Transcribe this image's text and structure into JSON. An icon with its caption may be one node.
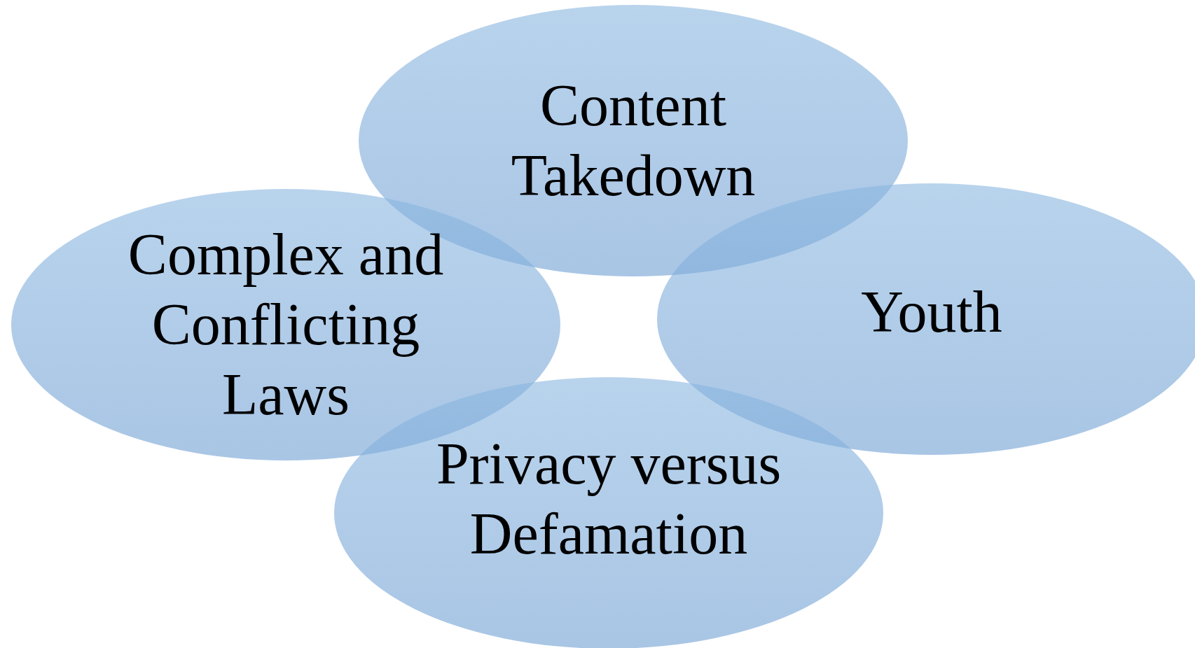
{
  "diagram": {
    "nodes": [
      {
        "text": [
          "Content Takedown"
        ]
      },
      {
        "text": [
          "Complex and Conflicting Laws"
        ]
      },
      {
        "text": [
          "Youth"
        ]
      },
      {
        "text": [
          "Privacy versus Defamation"
        ]
      }
    ]
  }
}
